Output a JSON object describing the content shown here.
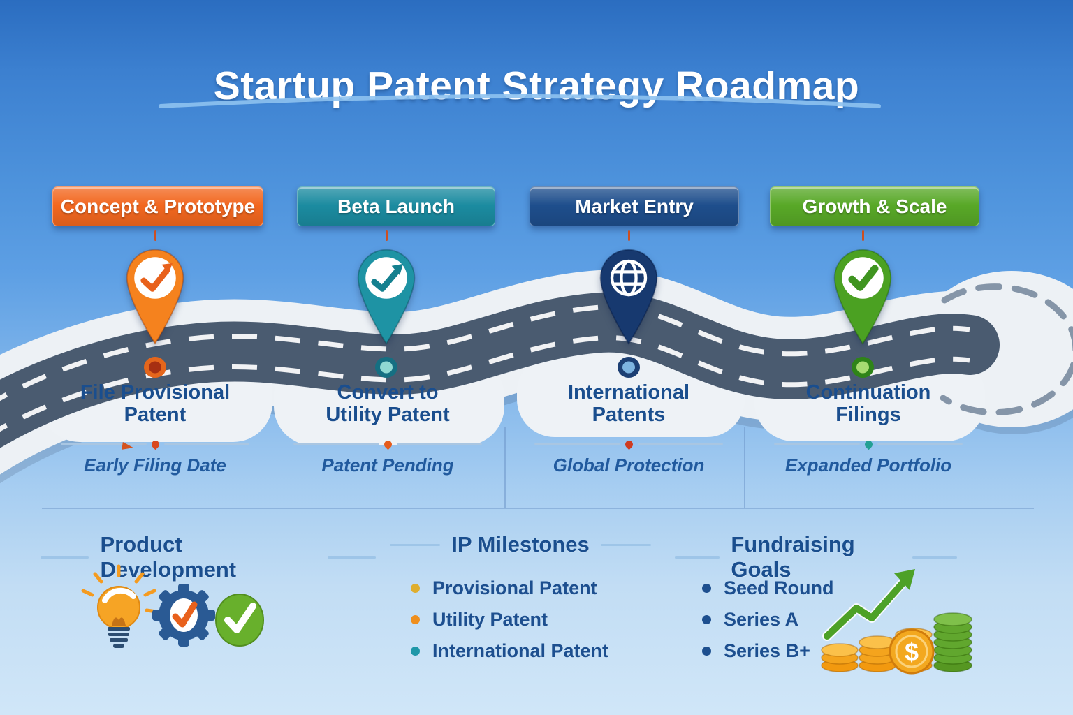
{
  "title": "Startup Patent Strategy Roadmap",
  "phases": [
    {
      "label": "Concept & Prototype",
      "banner_color": "#f2671f",
      "pin_color": "#f5821e",
      "pin_icon": "check-arrow",
      "base_ring": "#e4661c",
      "base_center": "#a63012"
    },
    {
      "label": "Beta Launch",
      "banner_color": "#1b8ba0",
      "pin_color": "#1e93a4",
      "pin_icon": "trend-arrow",
      "base_ring": "#156f82",
      "base_center": "#90d9d3"
    },
    {
      "label": "Market Entry",
      "banner_color": "#1e4e8c",
      "pin_color": "#17396f",
      "pin_icon": "globe",
      "base_ring": "#1c3f73",
      "base_center": "#7db4e0"
    },
    {
      "label": "Growth & Scale",
      "banner_color": "#58a827",
      "pin_color": "#4ba122",
      "pin_icon": "check",
      "base_ring": "#2f8418",
      "base_center": "#a8dc72"
    }
  ],
  "milestones": [
    {
      "line1": "File Provisional",
      "line2": "Patent",
      "subtitle": "Early Filing Date",
      "marker_color": "#d9481f"
    },
    {
      "line1": "Convert to",
      "line2": "Utility Patent",
      "subtitle": "Patent Pending",
      "marker_color": "#e55b1c"
    },
    {
      "line1": "International",
      "line2": "Patents",
      "subtitle": "Global Protection",
      "marker_color": "#cf3b20"
    },
    {
      "line1": "Continuation",
      "line2": "Filings",
      "subtitle": "Expanded Portfolio",
      "marker_color": "#23a094"
    }
  ],
  "bottom": {
    "product_development": {
      "heading": "Product Development"
    },
    "ip_milestones": {
      "heading": "IP Milestones",
      "items": [
        {
          "label": "Provisional Patent",
          "bullet_color": "#dfae2e"
        },
        {
          "label": "Utility Patent",
          "bullet_color": "#ef8f1d"
        },
        {
          "label": "International Patent",
          "bullet_color": "#1f97a8"
        }
      ]
    },
    "fundraising_goals": {
      "heading": "Fundraising Goals",
      "bullet_color": "#1d4f8f",
      "items": [
        {
          "label": "Seed Round"
        },
        {
          "label": "Series A"
        },
        {
          "label": "Series B+"
        }
      ],
      "currency_symbol": "$"
    }
  }
}
